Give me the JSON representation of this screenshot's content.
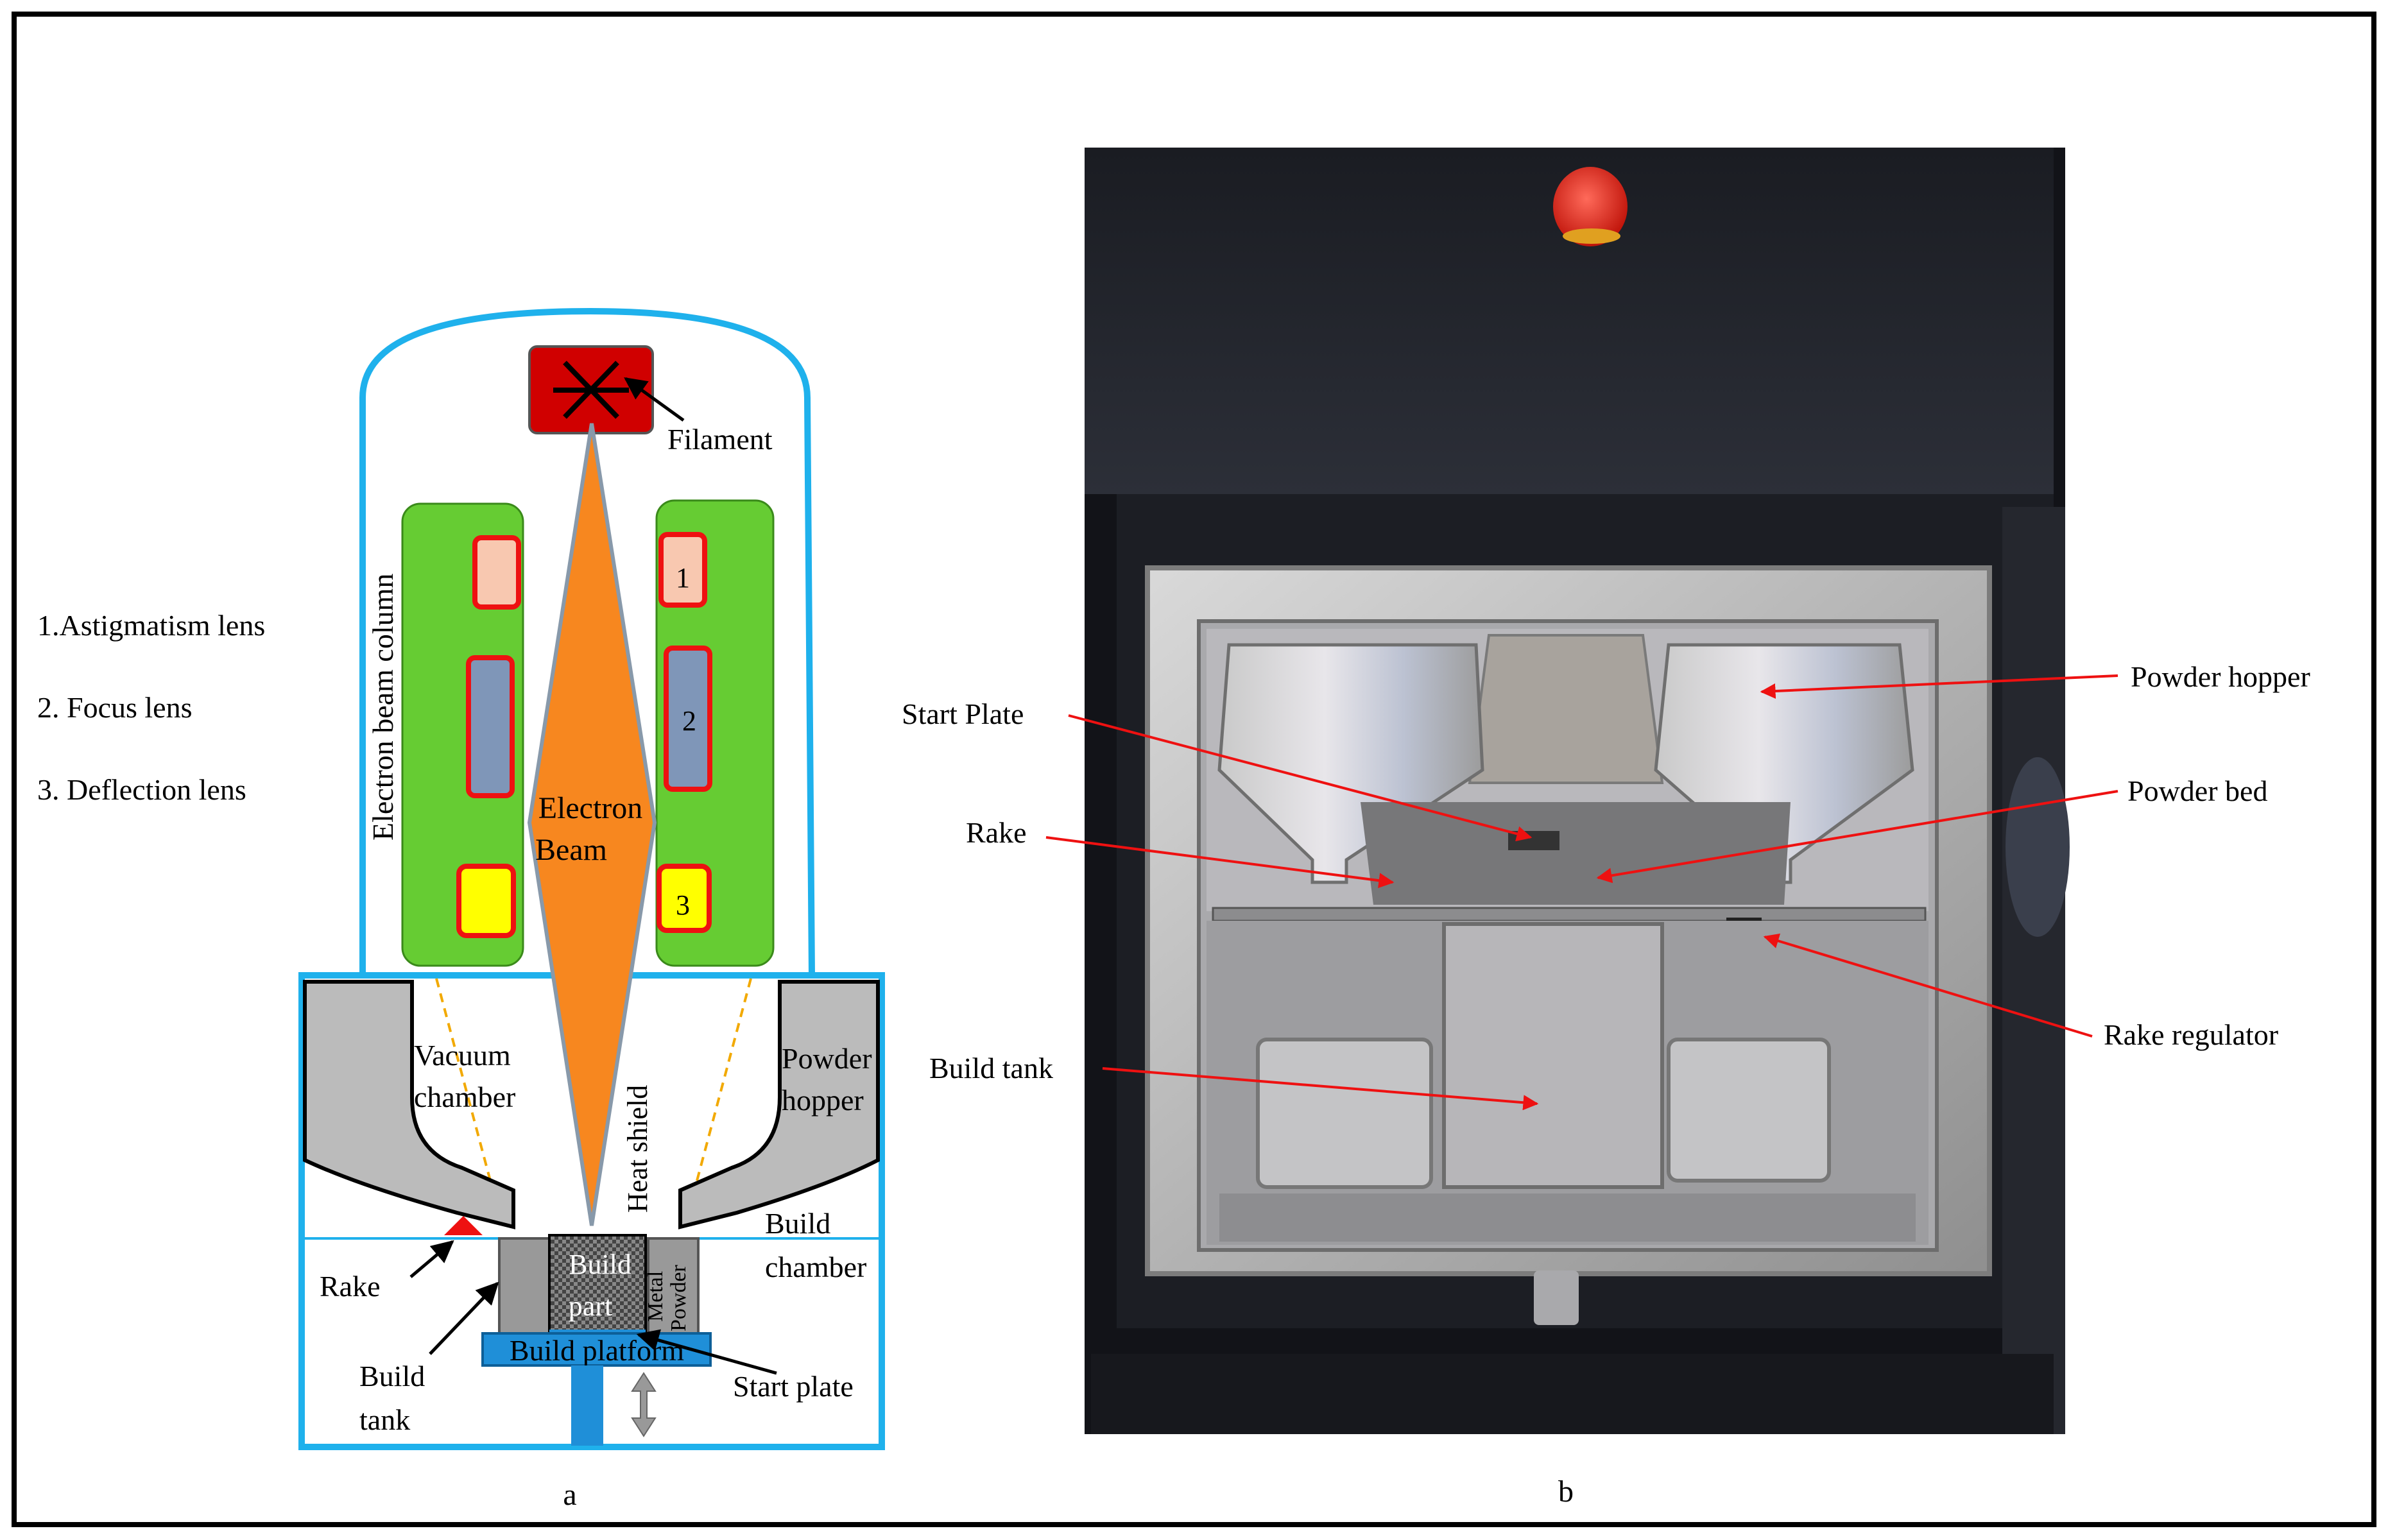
{
  "figure": {
    "panel_a": {
      "caption": "a",
      "legend": [
        "1.Astigmatism  lens",
        "2. Focus lens",
        "3. Deflection  lens"
      ],
      "column_label": "Electron  beam column",
      "lens_numbers": [
        "1",
        "2",
        "3"
      ],
      "beam_label": [
        "Electron",
        "Beam"
      ],
      "labels": {
        "filament": "Filament",
        "vacuum_chamber": [
          "Vacuum",
          "chamber"
        ],
        "powder_hopper": [
          "Powder",
          "hopper"
        ],
        "heat_shield": "Heat shield",
        "build_chamber": [
          "Build",
          "chamber"
        ],
        "rake": "Rake",
        "build_part": [
          "Build",
          "part"
        ],
        "metal_powder": [
          "Metal",
          "Powder"
        ],
        "build_platform": "Build  platform",
        "start_plate": "Start plate",
        "build_tank": [
          "Build",
          "tank"
        ]
      },
      "colors": {
        "outline": "#1fb1ec",
        "filament": "#d00000",
        "column": "#66cc33",
        "lens_border": "#ee1111",
        "lens_1": "#f8c8b0",
        "lens_2": "#7f96b8",
        "lens_3": "#ffff00",
        "beam": "#f7871f",
        "hopper": "#bbbbbb",
        "platform": "#1f8fd8"
      }
    },
    "panel_b": {
      "caption": "b",
      "labels": {
        "start_plate": "Start Plate",
        "rake": "Rake",
        "build_tank": "Build  tank",
        "powder_hopper": "Powder hopper",
        "powder_bed": "Powder bed",
        "rake_regulator": "Rake regulator"
      },
      "colors": {
        "arrow": "#ee1111"
      }
    }
  }
}
